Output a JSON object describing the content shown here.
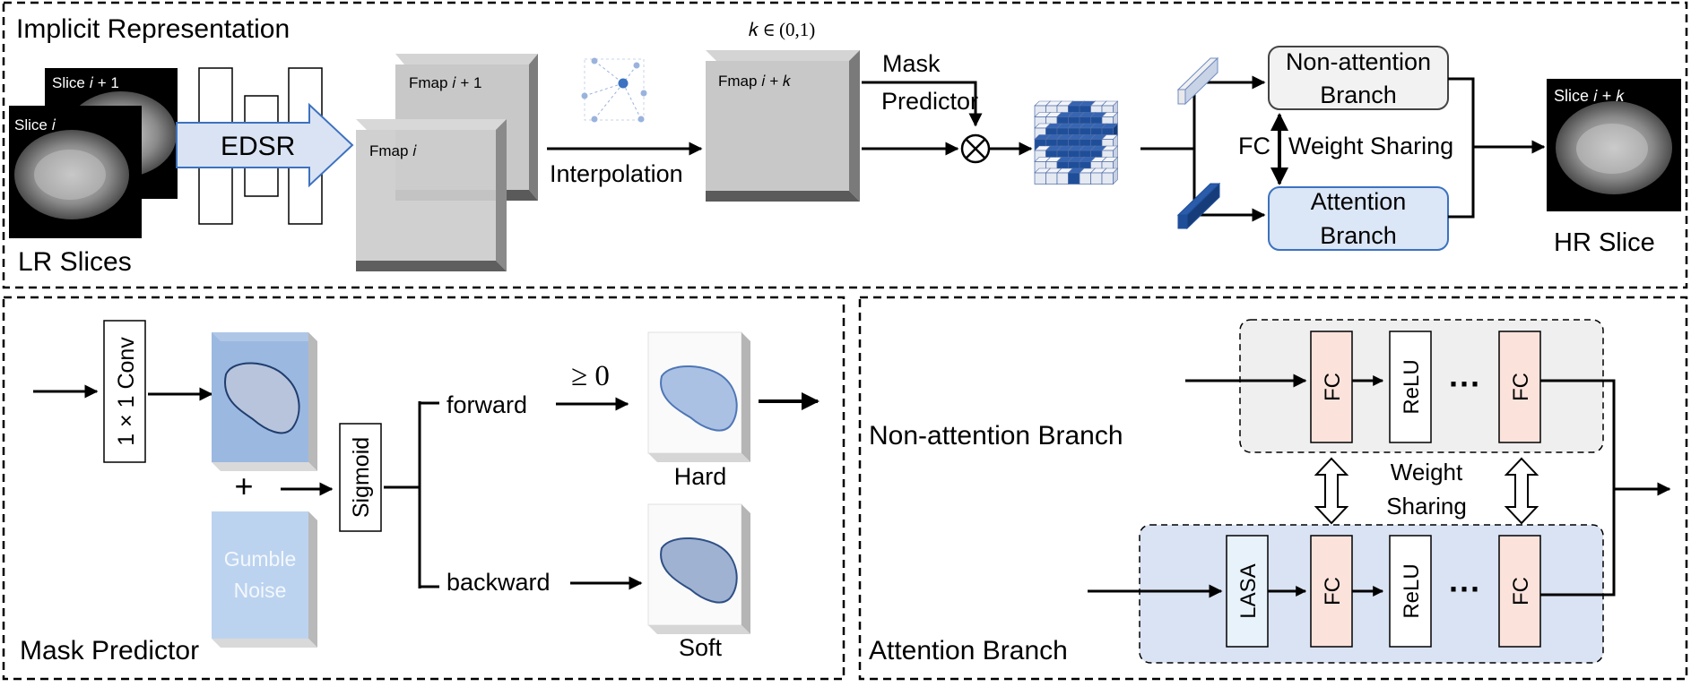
{
  "panels": {
    "top": {
      "title": "Implicit Representation"
    },
    "mask": {
      "title": "Mask Predictor"
    },
    "attention": {
      "title": "Attention Branch"
    }
  },
  "top": {
    "slice_i1": "Slice 𝑖 + 1",
    "slice_i": "Slice 𝑖",
    "lr_slices": "LR Slices",
    "edsr": "EDSR",
    "fmap_i1": "Fmap 𝑖 + 1",
    "fmap_i": "Fmap 𝑖",
    "interpolation": "Interpolation",
    "k_range": "𝑘 ∈ (0,1)",
    "fmap_ik": "Fmap 𝑖 + 𝑘",
    "mask_predictor_line1": "Mask",
    "mask_predictor_line2": "Predictor",
    "non_attention_line1": "Non-attention",
    "non_attention_line2": "Branch",
    "attention_line1": "Attention",
    "attention_line2": "Branch",
    "fc": "FC",
    "weight_sharing": "Weight Sharing",
    "slice_ik": "Slice 𝑖 + 𝑘",
    "hr_slice": "HR Slice"
  },
  "mask": {
    "conv": "1 × 1 Conv",
    "plus": "+",
    "gumble_line1": "Gumble",
    "gumble_line2": "Noise",
    "sigmoid": "Sigmoid",
    "forward": "forward",
    "backward": "backward",
    "geq": "≥ 0",
    "hard": "Hard",
    "soft": "Soft"
  },
  "attention": {
    "non_attention_label": "Non-attention Branch",
    "fc": "FC",
    "relu": "ReLU",
    "dots": "···",
    "lasa": "LASA",
    "weight_line1": "Weight",
    "weight_line2": "Sharing"
  },
  "colors": {
    "attention_fill": "#dae3f3",
    "attention_box": "#dbe6f6",
    "fc_fill": "#fbe3dc",
    "lasa_fill": "#e8f2fb",
    "non_attention_bg": "#efefef",
    "cube_dark": "#1f4e99",
    "cube_light": "#e4e9f2",
    "box_border": "#3c72c0"
  }
}
